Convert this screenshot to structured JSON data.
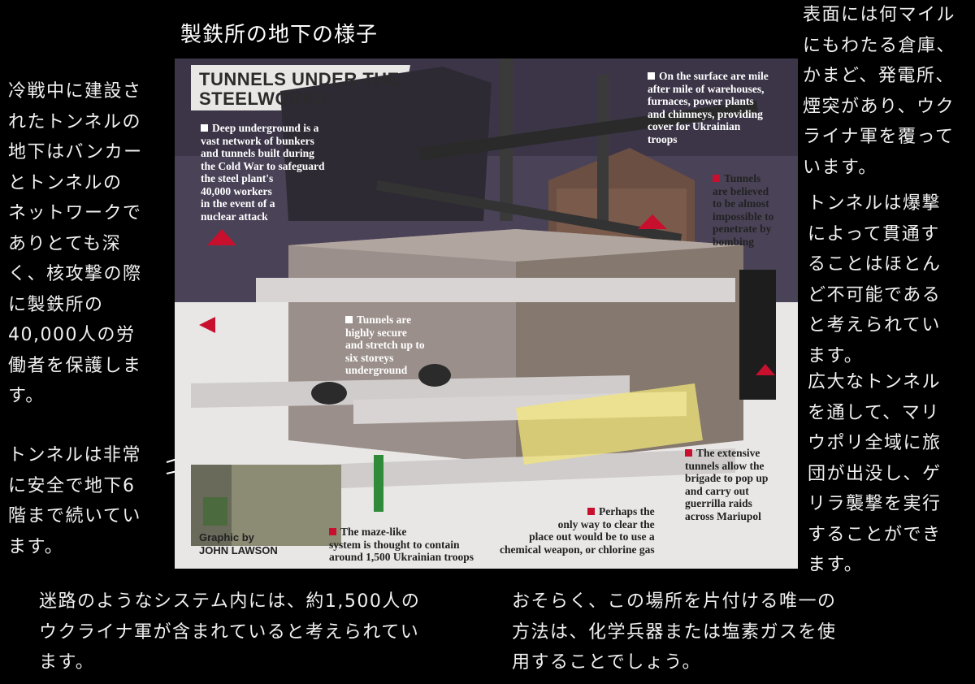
{
  "title": "製鉄所の地下の様子",
  "jp_notes": {
    "left_top": "冷戦中に建設さ\nれたトンネルの\n地下はバンカー\nとトンネルの\nネットワークで\nありとても深\nく、核攻撃の際\nに製鉄所の\n40,000人の労\n働者を保護しま\nす。",
    "left_bottom": "トンネルは非常\nに安全で地下6\n階まで続いてい\nます。",
    "right_top": "表面には何マイル\nにもわたる倉庫、\nかまど、発電所、\n煙突があり、ウク\nライナ軍を覆って\nいます。",
    "right_middle": "トンネルは爆撃\nによって貫通す\nることはほとん\nど不可能である\nと考えられてい\nます。",
    "right_bottom": "広大なトンネル\nを通して、マリ\nウポリ全域に旅\n団が出没し、ゲ\nリラ襲撃を実行\nすることができ\nます。",
    "bottom_left": "迷路のようなシステム内には、約1,500人の\nウクライナ軍が含まれていると考えられてい\nます。",
    "bottom_right": "おそらく、この場所を片付ける唯一の\n方法は、化学兵器または塩素ガスを使\n用することでしょう。"
  },
  "graphic": {
    "banner": "TUNNELS UNDER THE\nSTEELWORKS",
    "captions": {
      "deep_underground": "Deep underground is a\nvast network of bunkers\nand tunnels built during\nthe Cold War to safeguard\nthe steel plant's\n40,000 workers\nin the event of a\nnuclear attack",
      "surface": "On the surface are mile\nafter mile of warehouses,\nfurnaces, power plants\nand chimneys, providing\ncover for Ukrainian\ntroops",
      "bombing": "Tunnels\nare believed\nto be almost\nimpossible to\npenetrate by\nbombing",
      "secure": "Tunnels are\nhighly secure\nand stretch up to\nsix storeys\nunderground",
      "extensive": "The extensive\ntunnels allow the\nbrigade to pop up\nand carry out\nguerrilla raids\nacross Mariupol",
      "chemical": "Perhaps the\nonly way to clear the\nplace out would be to use a\nchemical weapon, or chlorine gas",
      "maze": "The maze-like\nsystem is thought to contain\naround 1,500 Ukrainian troops"
    },
    "credit": "Graphic by\nJOHN LAWSON"
  },
  "colors": {
    "background": "#000000",
    "panel": "#e9e7e6",
    "sky": "#4a4257",
    "concrete": "#9a8f8a",
    "accent_red": "#c8102e",
    "highlight_yellow": "#f3e67a"
  }
}
